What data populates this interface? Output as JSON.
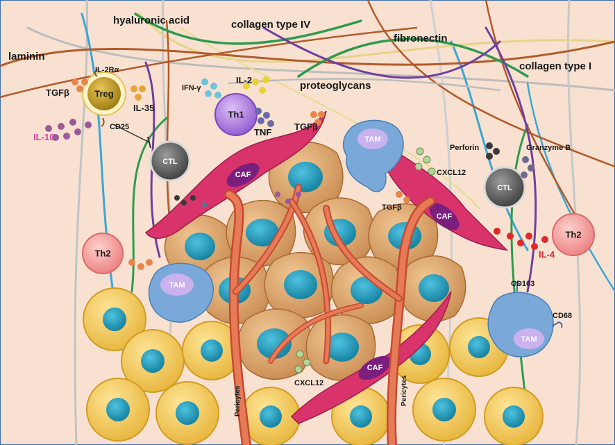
{
  "ecm_labels": {
    "hyaluronic_acid": "hyaluronic acid",
    "collagen_iv": "collagen type IV",
    "fibronectin": "fibronectin",
    "laminin": "laminin",
    "collagen_i": "collagen type I",
    "proteoglycans": "proteoglycans"
  },
  "cells": {
    "treg": "Treg",
    "th1": "Th1",
    "ctl_left": "CTL",
    "ctl_right": "CTL",
    "th2_left": "Th2",
    "th2_right": "Th2",
    "tam_top": "TAM",
    "tam_left": "TAM",
    "tam_right": "TAM",
    "caf_1": "CAF",
    "caf_2": "CAF",
    "caf_3": "CAF"
  },
  "molecules": {
    "il2ra": "IL-2Rα",
    "tgfb_treg": "TGFβ",
    "il35": "IL-35",
    "cd25": "CD25",
    "il10": "IL-10",
    "ifng": "IFN-γ",
    "il2": "IL-2",
    "tnf": "TNF",
    "tgfb_th1": "TGFβ",
    "perforin": "Perforin",
    "granzyme": "Granzyme B",
    "cxcl12_top": "CXCL12",
    "tgfb_tam": "TGFβ",
    "il4": "IL-4",
    "cd163": "CD163",
    "cd68": "CD68",
    "cxcl12_bottom": "CXCL12",
    "pericytes_1": "Pericytes",
    "pericytes_2": "Pericytes"
  },
  "colors": {
    "background": "#f8e1d0",
    "treg": "#c9a018",
    "th1": "#b07ee0",
    "ctl": "#5a5a5a",
    "th2": "#f2a0a0",
    "tam": "#7aa8d8",
    "caf": "#d9336b",
    "tumor": "#e4ae74",
    "nucleus": "#2a9fc0",
    "normal_cell": "#f5c84c",
    "vessel": "#d9603f",
    "il10": "#d63aa8",
    "il4": "#e0282b"
  }
}
